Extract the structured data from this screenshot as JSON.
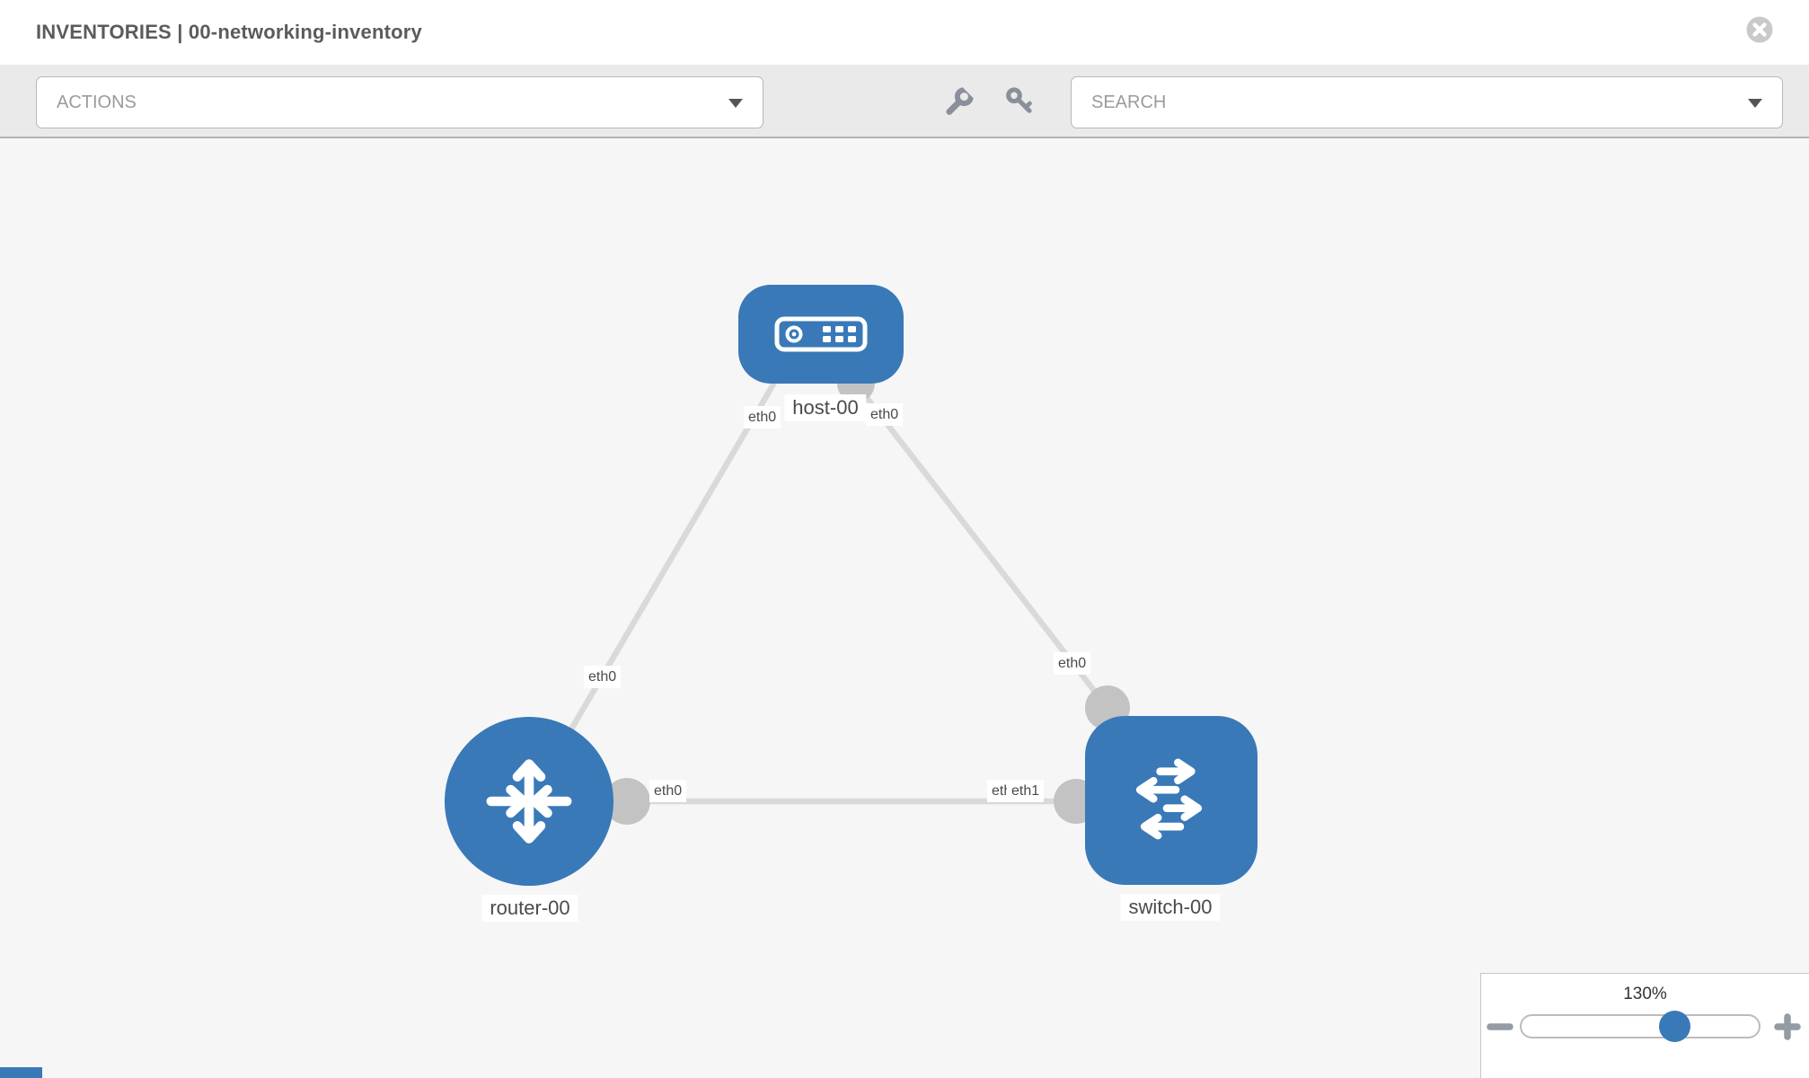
{
  "colors": {
    "node_blue": "#3979b8",
    "link_gray": "#d9d9d9",
    "anchor_gray": "#c3c3c3",
    "icon_gray": "#8a909a",
    "chip_text": "#4a4a4a"
  },
  "header": {
    "title": "INVENTORIES | 00-networking-inventory"
  },
  "toolbar": {
    "actions_label": "ACTIONS",
    "search_label": "SEARCH"
  },
  "topology": {
    "nodes": [
      {
        "id": "host-00",
        "type": "host",
        "label": "host-00"
      },
      {
        "id": "router-00",
        "type": "router",
        "label": "router-00"
      },
      {
        "id": "switch-00",
        "type": "switch",
        "label": "switch-00"
      }
    ],
    "links": [
      {
        "from": "router-00",
        "from_interface": "eth0",
        "to": "host-00",
        "to_interface": "eth0"
      },
      {
        "from": "host-00",
        "from_interface": "eth0",
        "to": "switch-00",
        "to_interface": "eth0"
      },
      {
        "from": "router-00",
        "from_interface": "eth0",
        "to": "switch-00",
        "to_interface": "eth1"
      }
    ],
    "labels": {
      "host_left_eth": "eth0",
      "host_right_eth": "eth0",
      "link_rh_router_eth": "eth0",
      "link_hs_switch_eth": "eth0",
      "link_rs_router_eth": "eth0",
      "link_rs_switch_rear_eth": "eth0",
      "link_rs_switch_eth": "eth1"
    }
  },
  "zoom_control": {
    "value": "130%"
  }
}
